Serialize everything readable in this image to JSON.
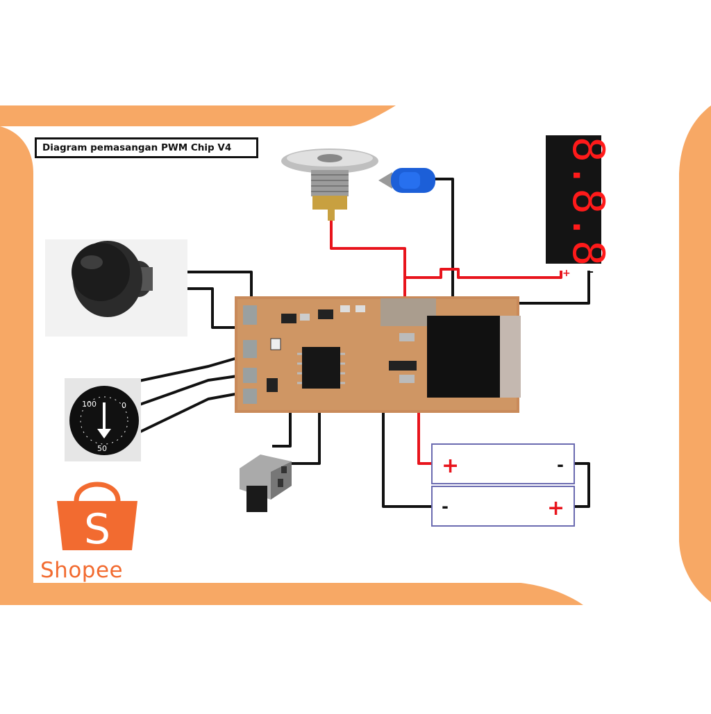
{
  "diagram": {
    "title": "Diagram pemasangan PWM Chip V4",
    "display_readout": "8.8.8",
    "display_plus": "+",
    "display_minus": "-",
    "potentiometer": {
      "scale_top": "100",
      "scale_right": "0",
      "scale_bottom": "50"
    },
    "battery_top": {
      "left_sign": "+",
      "right_sign": "-"
    },
    "battery_bottom": {
      "left_sign": "-",
      "right_sign": "+"
    },
    "wire_colors": {
      "positive": "#e8141c",
      "negative": "#111111"
    }
  },
  "brand": {
    "name": "Shopee",
    "icon_letter": "S",
    "color": "#f26b30"
  },
  "colors": {
    "frame": "#f7a865",
    "board": "#c98a5a"
  }
}
